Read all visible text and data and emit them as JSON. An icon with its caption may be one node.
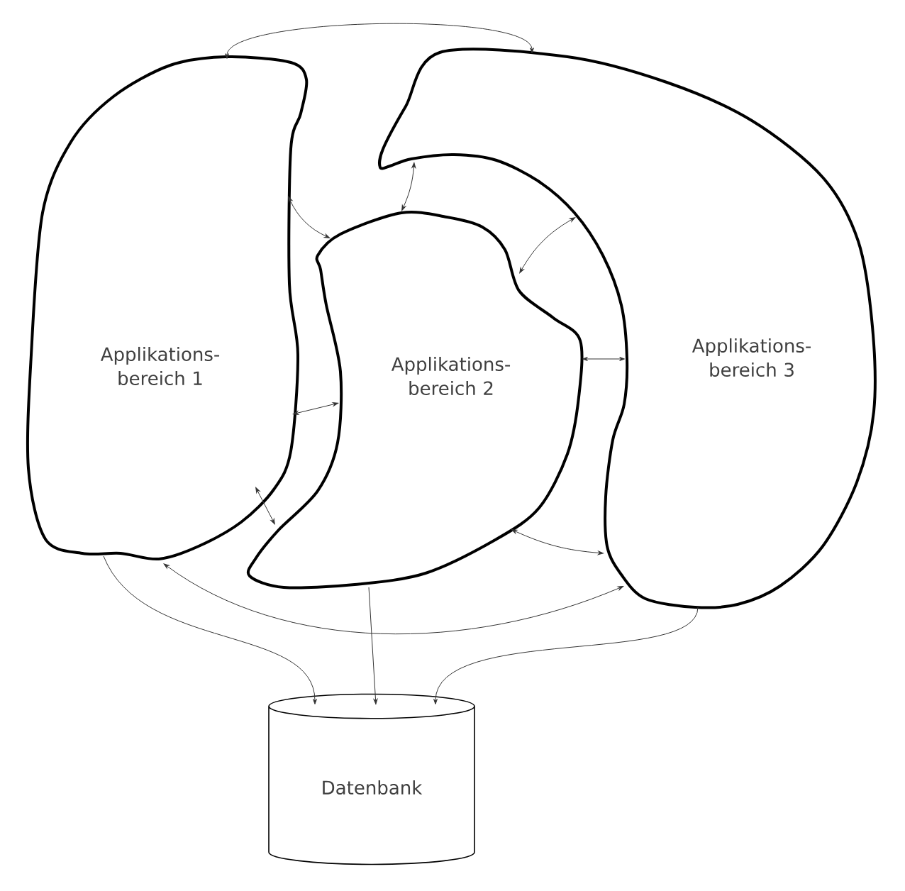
{
  "diagram": {
    "nodes": [
      {
        "text": [
          "Applikations- bereich 1"
        ]
      },
      {
        "text": [
          "Applikations- bereich 2"
        ]
      },
      {
        "text": [
          "Applikations- bereich 3"
        ]
      },
      {
        "text": [
          "Datenbank"
        ]
      }
    ],
    "edges": [
      {
        "from": 0,
        "to": 2,
        "arrow": "both"
      },
      {
        "from": 0,
        "to": 1,
        "arrow": "both"
      },
      {
        "from": 1,
        "to": 2,
        "arrow": "both"
      },
      {
        "from": 1,
        "to": 2,
        "arrow": "both"
      },
      {
        "from": 1,
        "to": 2,
        "arrow": "both"
      },
      {
        "from": 0,
        "to": 1,
        "arrow": "both"
      },
      {
        "from": 0,
        "to": 1,
        "arrow": "both"
      },
      {
        "from": 1,
        "to": 2,
        "arrow": "both"
      },
      {
        "from": 0,
        "to": 2,
        "arrow": "both"
      },
      {
        "from": 0,
        "to": 3,
        "arrow": "to"
      },
      {
        "from": 1,
        "to": 3,
        "arrow": "to"
      },
      {
        "from": 2,
        "to": 3,
        "arrow": "to"
      }
    ]
  }
}
